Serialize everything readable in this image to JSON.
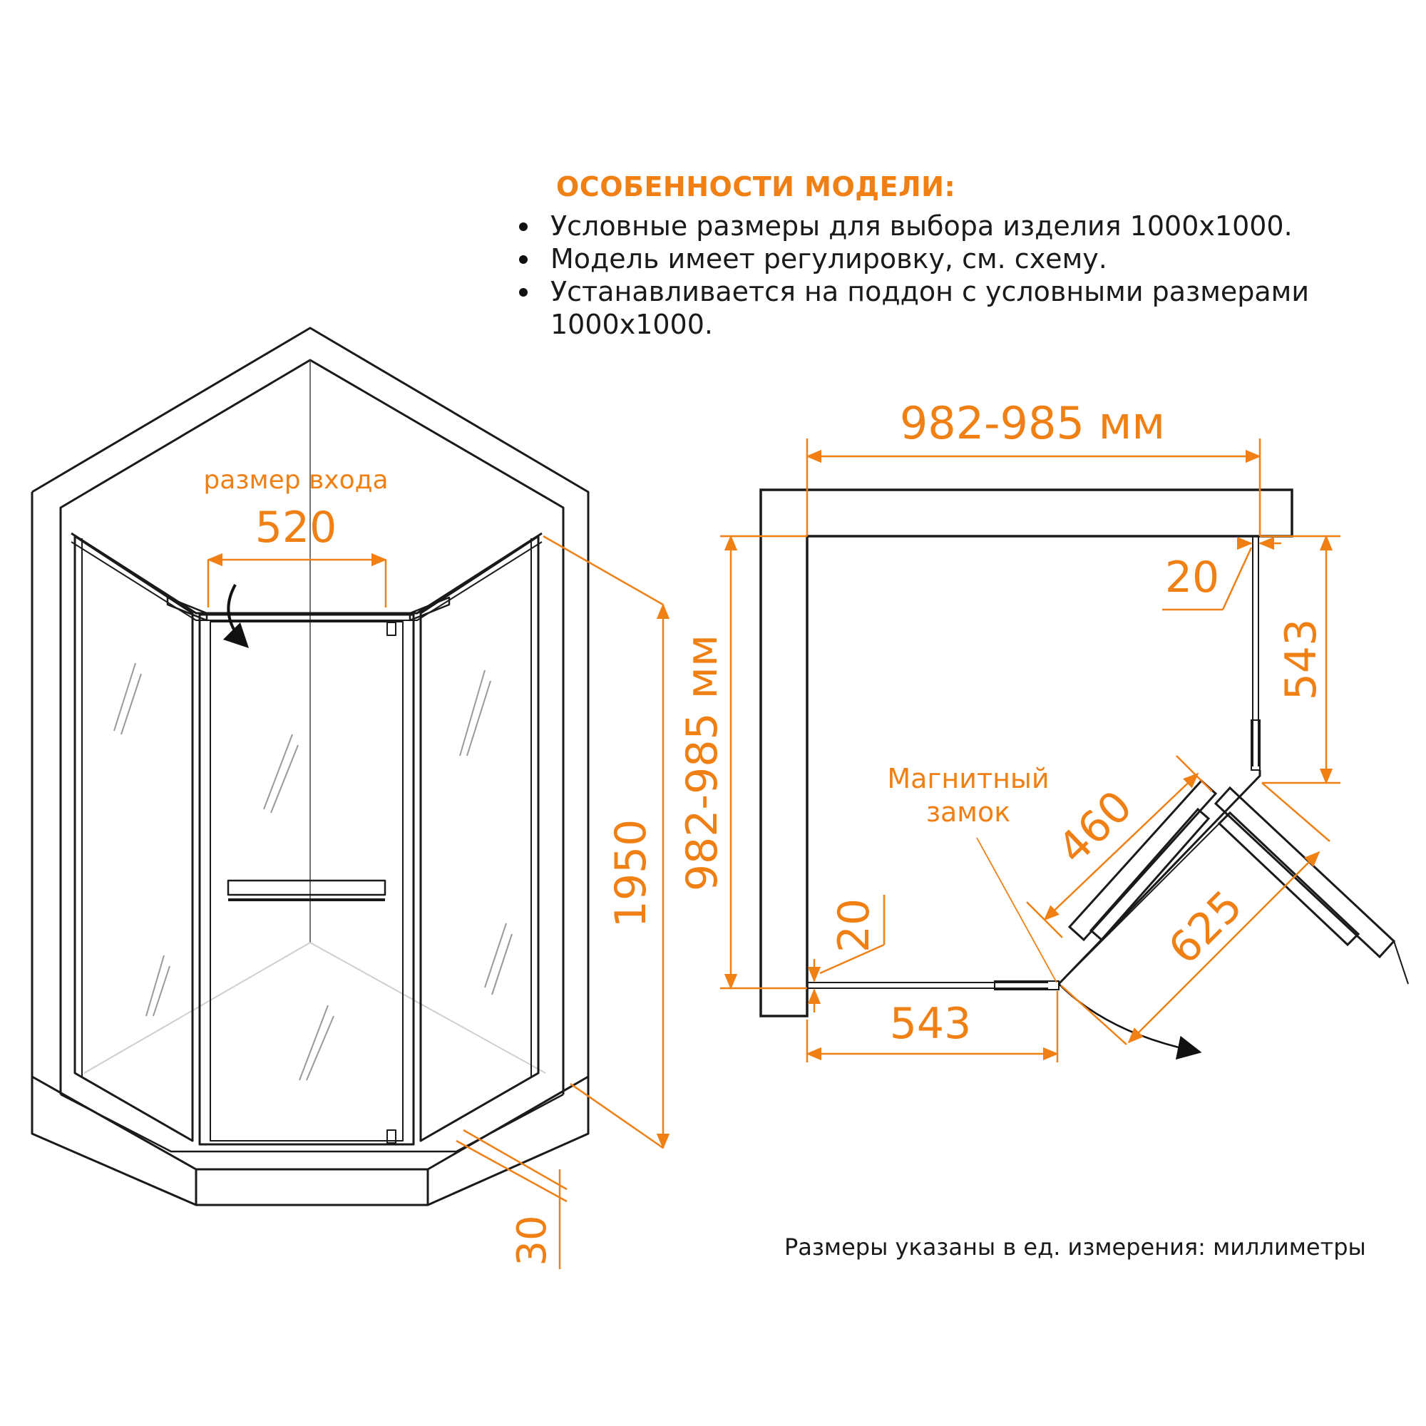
{
  "features": {
    "heading": "ОСОБЕННОСТИ МОДЕЛИ:",
    "items": [
      "Условные размеры для выбора изделия 1000x1000.",
      "Модель имеет регулировку, см. схему.",
      "Устанавливается на поддон с условными размерами 1000x1000."
    ]
  },
  "elevation": {
    "entrance_label": "размер входа",
    "entrance_width": "520",
    "height": "1950",
    "base_height": "30"
  },
  "plan": {
    "top_width": "982-985 мм",
    "left_depth": "982-985 мм",
    "wall_gap_top": "20",
    "wall_gap_left": "20",
    "right_side": "543",
    "bottom_side": "543",
    "fixed_panel": "460",
    "door_panel": "625",
    "magnetic_lock_label": [
      "Магнитный",
      "замок"
    ]
  },
  "units_note": "Размеры указаны в ед. измерения: миллиметры",
  "colors": {
    "accent": "#f07f14",
    "line": "#1a1a1a",
    "thin": "#bdbdbd"
  },
  "icons": {
    "door_swing": "curved-arrow-icon"
  }
}
